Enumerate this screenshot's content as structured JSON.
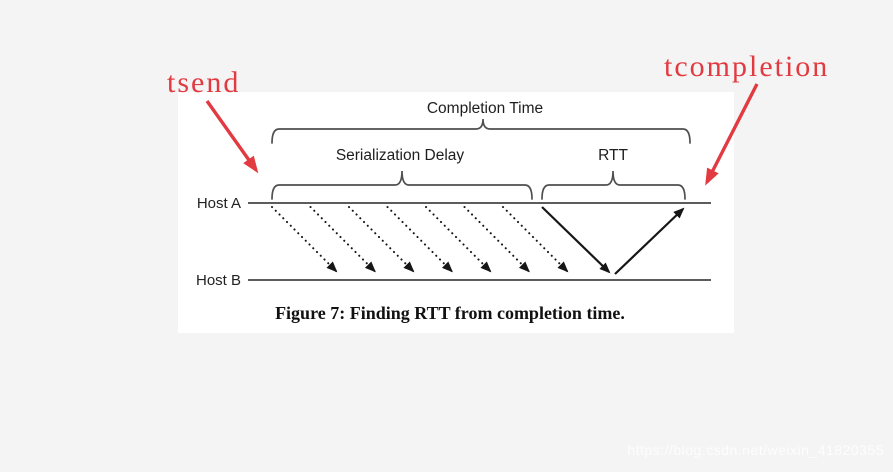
{
  "page": {
    "background_color": "#f4f4f4",
    "watermark_text": "https://blog.csdn.net/weixin_41820355"
  },
  "annotations": {
    "tsend_label": "tsend",
    "tcompletion_label": "tcompletion",
    "arrow_color": "#e23a41"
  },
  "figure": {
    "caption": "Figure 7: Finding RTT from completion time.",
    "labels": {
      "completion_time": "Completion Time",
      "serialization_delay": "Serialization Delay",
      "rtt": "RTT",
      "host_a": "Host A",
      "host_b": "Host B"
    },
    "dotted_packet_count": 7,
    "diagram_line_color": "#4f4f4f",
    "packet_arrow_color": "#161616"
  }
}
